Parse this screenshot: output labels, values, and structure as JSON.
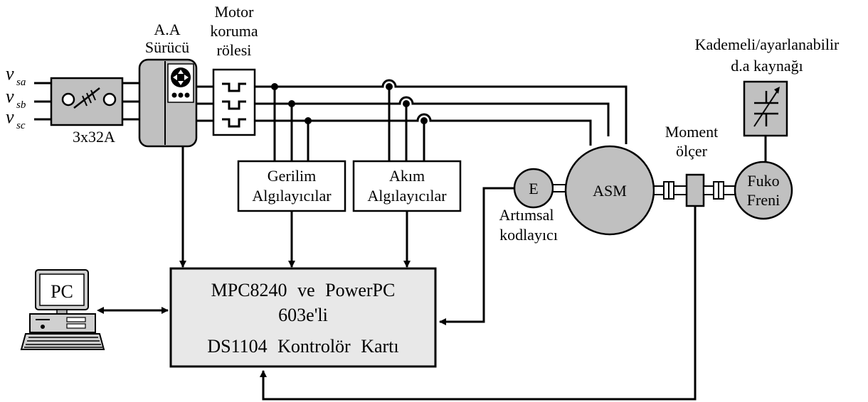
{
  "inputs": {
    "va": {
      "main": "v",
      "sub": "sa"
    },
    "vb": {
      "main": "v",
      "sub": "sb"
    },
    "vc": {
      "main": "v",
      "sub": "sc"
    }
  },
  "breaker": {
    "rating": "3x32A"
  },
  "drive": {
    "line1": "A.A",
    "line2": "Sürücü"
  },
  "relay": {
    "line1": "Motor",
    "line2": "koruma",
    "line3": "rölesi"
  },
  "voltage_sensors": {
    "line1": "Gerilim",
    "line2": "Algılayıcılar"
  },
  "current_sensors": {
    "line1": "Akım",
    "line2": "Algılayıcılar"
  },
  "encoder": {
    "symbol": "E",
    "line1": "Artımsal",
    "line2": "kodlayıcı"
  },
  "motor": {
    "label": "ASM"
  },
  "torque_meter": {
    "line1": "Moment",
    "line2": "ölçer"
  },
  "dc_source": {
    "line1": "Kademeli/ayarlanabilir",
    "line2": "d.a kaynağı"
  },
  "brake": {
    "line1": "Fuko",
    "line2": "Freni"
  },
  "pc": {
    "label": "PC"
  },
  "controller": {
    "line1a": "MPC8240",
    "line1b": "ve",
    "line1c": "PowerPC",
    "line2": "603e'li",
    "line3a": "DS1104",
    "line3b": "Kontrolör",
    "line3c": "Kartı"
  },
  "colors": {
    "block_fill": "#c0c0c0",
    "controller_fill": "#e8e8e8",
    "stroke": "#000000"
  }
}
